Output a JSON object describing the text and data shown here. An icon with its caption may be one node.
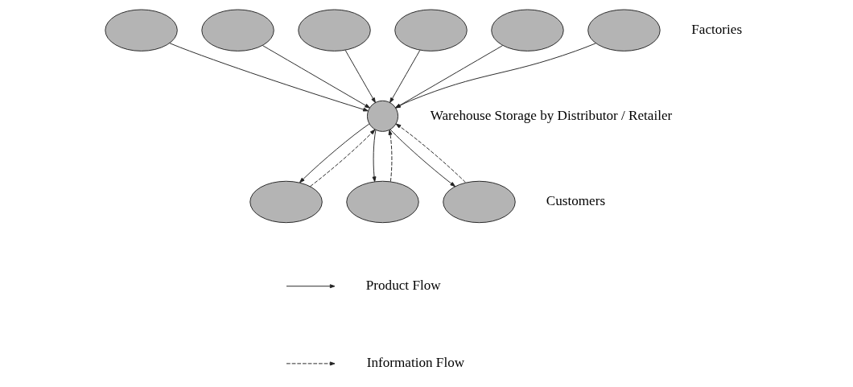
{
  "diagram": {
    "nodes": [
      {
        "text": [],
        "shape": "ellipse"
      },
      {
        "text": [],
        "shape": "ellipse"
      },
      {
        "text": [],
        "shape": "ellipse"
      },
      {
        "text": [],
        "shape": "ellipse"
      },
      {
        "text": [],
        "shape": "ellipse"
      },
      {
        "text": [],
        "shape": "ellipse"
      },
      {
        "text": [],
        "shape": "circle",
        "beside": [
          "Warehouse Storage by Distributor / Retailer"
        ]
      },
      {
        "text": [],
        "shape": "ellipse"
      },
      {
        "text": [],
        "shape": "ellipse"
      },
      {
        "text": [],
        "shape": "ellipse"
      }
    ],
    "edges": [
      {
        "from": 0,
        "to": 6,
        "arrow": "to"
      },
      {
        "from": 1,
        "to": 6,
        "arrow": "to"
      },
      {
        "from": 2,
        "to": 6,
        "arrow": "to"
      },
      {
        "from": 3,
        "to": 6,
        "arrow": "to"
      },
      {
        "from": 4,
        "to": 6,
        "arrow": "to"
      },
      {
        "from": 5,
        "to": 6,
        "arrow": "to"
      },
      {
        "from": 6,
        "to": 7,
        "arrow": "to"
      },
      {
        "from": 7,
        "to": 6,
        "arrow": "to",
        "style": "dashed"
      },
      {
        "from": 6,
        "to": 8,
        "arrow": "to"
      },
      {
        "from": 8,
        "to": 6,
        "arrow": "to",
        "style": "dashed"
      },
      {
        "from": 6,
        "to": 9,
        "arrow": "to"
      },
      {
        "from": 9,
        "to": 6,
        "arrow": "to",
        "style": "dashed"
      }
    ],
    "labels": [
      "Factories",
      "Customers"
    ],
    "legend": [
      {
        "text": "Product Flow"
      },
      {
        "text": "Information Flow"
      }
    ]
  }
}
